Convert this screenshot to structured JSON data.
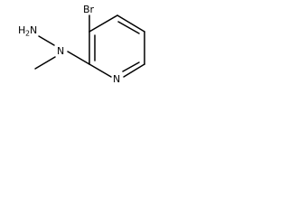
{
  "structure": {
    "atoms": {
      "bromine": "Br",
      "hydrazine_h": "H",
      "hydrazine_sub": "2",
      "hydrazine_n": "N",
      "amine_n": "N",
      "ring_n": "N"
    }
  }
}
